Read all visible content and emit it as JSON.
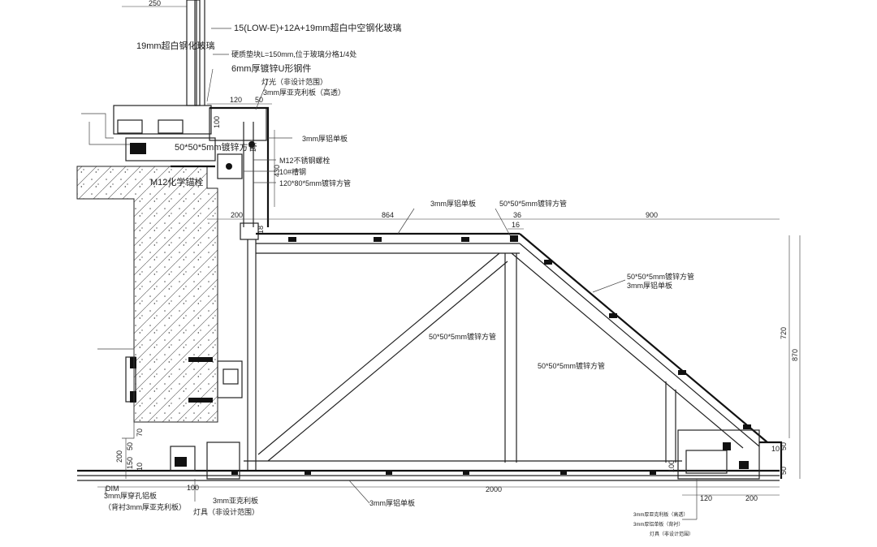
{
  "notes": {
    "glass_spec": "15(LOW-E)+12A+19mm超白中空钢化玻璃",
    "glass_19": "19mm超白钢化玻璃",
    "block": "硬质垫块L=150mm,位于玻璃分格1/4处",
    "u_channel": "6mm厚镀锌U形钢件",
    "light": "灯光（非设计范围）",
    "acrylic_top": "3mm厚亚克利板（高透）",
    "al_panel_right": "3mm厚铝单板",
    "tube_top": "50*50*5mm镀锌方管",
    "bolt_ss": "M12不锈钢螺栓",
    "channel": "10#槽钢",
    "tube_120": "120*80*5mm镀锌方管",
    "chem_bolt": "M12化学锚栓",
    "al_panel_mid": "3mm厚铝单板",
    "tube_mid": "50*50*5mm镀锌方管",
    "tube_slope": "50*50*5mm镀锌方管",
    "al_slope": "3mm厚铝单板",
    "tube_diag": "50*50*5mm镀锌方管",
    "tube_vert": "50*50*5mm镀锌方管",
    "perf_panel": "3mm厚穿孔铝板",
    "perf_note": "（背衬3mm厚亚克利板）",
    "acrylic_bottom": "3mm亚克利板",
    "lamp_bottom": "灯具（非设计范围）",
    "al_bottom": "3mm厚铝单板",
    "small_1": "3mm厚亚克利板（高透）",
    "small_2": "3mm厚铝单板（背衬）",
    "small_3": "灯具（非设计范围）"
  },
  "dims": {
    "d250": "250",
    "d120": "120",
    "d50": "50",
    "d100": "100",
    "d430": "430",
    "d18": "18",
    "d200": "200",
    "d864": "864",
    "d900": "900",
    "d36": "36",
    "d16": "16",
    "d720": "720",
    "d870": "870",
    "d50b": "50",
    "d50c": "50",
    "d2000": "2000",
    "d100b": "100",
    "d120b": "120",
    "d200b": "200",
    "dim": "DIM",
    "d200l": "200",
    "d150l": "150",
    "d70l": "70",
    "d10l": "10",
    "d50l": "50",
    "d100r": "100",
    "d10r": "10"
  }
}
